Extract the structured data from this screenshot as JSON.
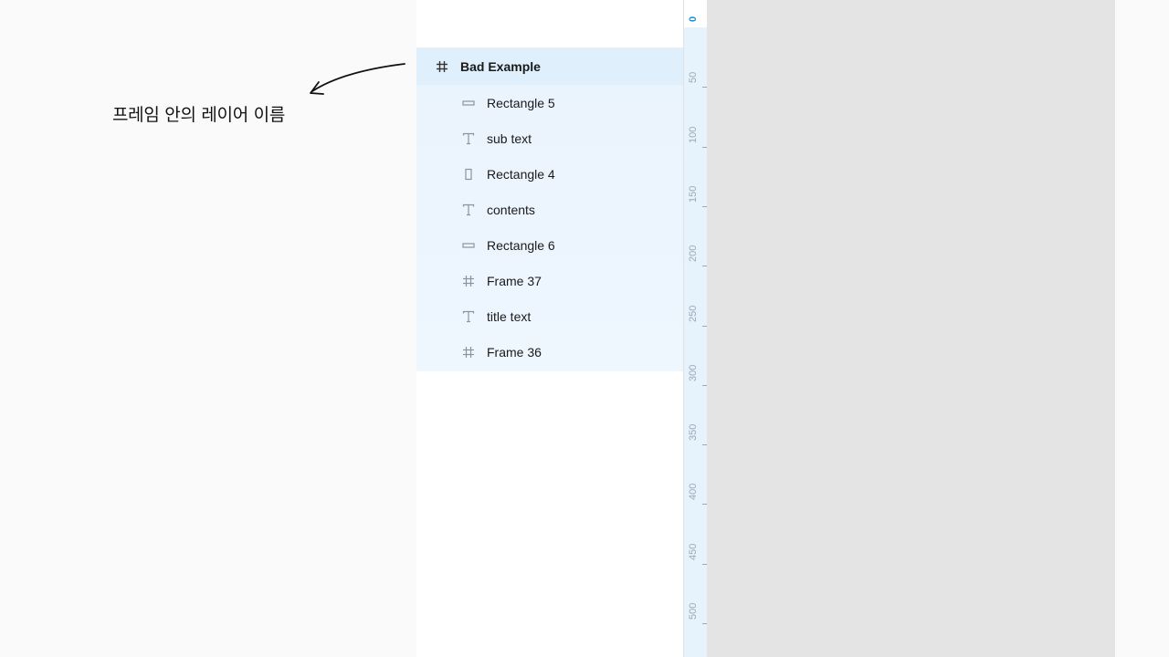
{
  "annotation": {
    "text": "프레임 안의 레이어 이름"
  },
  "layers": {
    "parent": {
      "label": "Bad Example",
      "icon": "frame-icon"
    },
    "children": [
      {
        "label": "Rectangle 5",
        "icon": "rectangle-horizontal-icon"
      },
      {
        "label": "sub text",
        "icon": "text-icon"
      },
      {
        "label": "Rectangle 4",
        "icon": "rectangle-vertical-icon"
      },
      {
        "label": "contents",
        "icon": "text-icon"
      },
      {
        "label": "Rectangle 6",
        "icon": "rectangle-horizontal-icon"
      },
      {
        "label": "Frame 37",
        "icon": "frame-icon"
      },
      {
        "label": "title text",
        "icon": "text-icon"
      },
      {
        "label": "Frame 36",
        "icon": "frame-icon"
      }
    ]
  },
  "ruler": {
    "labels": [
      "0",
      "50",
      "100",
      "150",
      "200",
      "250",
      "300",
      "350",
      "400",
      "450",
      "500"
    ]
  },
  "colors": {
    "selection": "#dfeffb",
    "group_bg": "#eaf4fd",
    "canvas": "#e4e4e4",
    "ruler_accent": "#1a8ee0"
  }
}
